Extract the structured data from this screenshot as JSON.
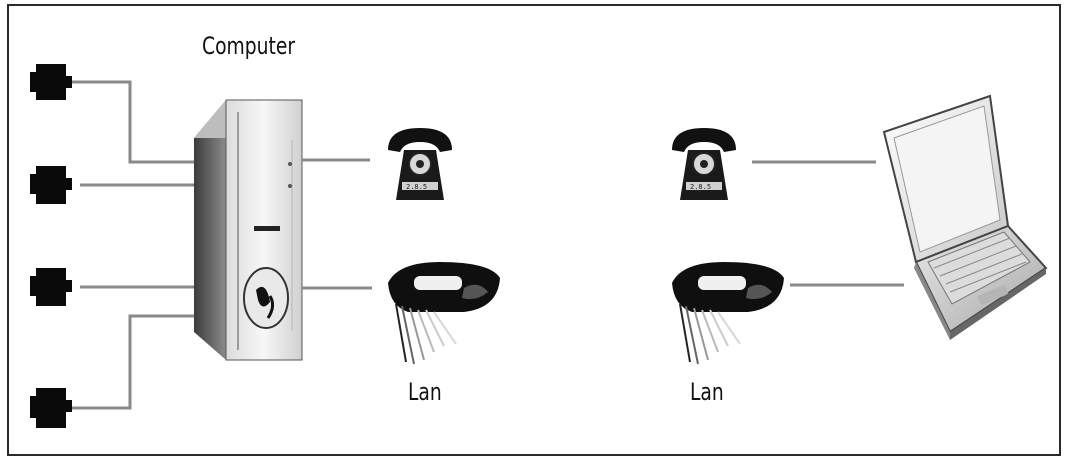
{
  "labels": {
    "computer": "Computer",
    "lan_left": "Lan",
    "lan_right": "Lan"
  },
  "icons": [
    "port-plug-icon",
    "computer-tower-icon",
    "telephone-icon",
    "lan-modem-icon",
    "laptop-icon"
  ],
  "colors": {
    "line": "#8a8a8a",
    "frame": "#2a2a2a",
    "ink": "#111111"
  }
}
